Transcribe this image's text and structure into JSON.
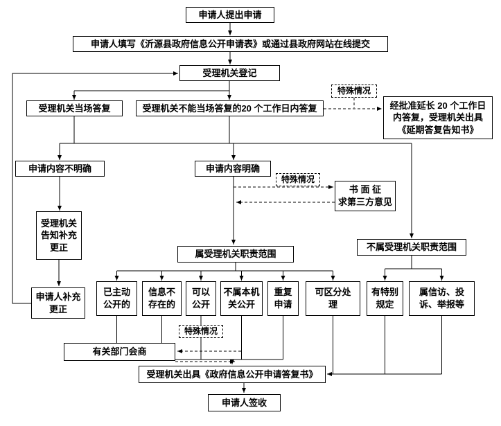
{
  "nodes": {
    "start": "申请人提出申请",
    "fill_form": "申请人填写《沂源县政府信息公开申请表》或通过县政府网站在线提交",
    "register": "受理机关登记",
    "onspot_reply": "受理机关当场答复",
    "within_20days": "受理机关不能当场答复的20 个工作日内答复",
    "special_case_1": "特殊情况",
    "extend_reply": "经批准延长 20 个工作日\n内答复，受理机关出具\n《延期答复告知书》",
    "content_unclear": "申请内容不明确",
    "content_clear": "申请内容明确",
    "special_case_2": "特殊情况",
    "third_party": "书 面 征\n求第三方意见",
    "notify_supplement": "受理机关\n告知补充\n更正",
    "in_scope": "属受理机关职责范围",
    "not_in_scope": "不属受理机关职责范围",
    "applicant_supplement": "申请人补充\n更正",
    "already_public": "已主动\n公开的",
    "info_not_exist": "信息不\n存在的",
    "can_public": "可以\n公开",
    "not_this_org": "不属本机\n关公开",
    "repeat_apply": "重复\n申请",
    "separable": "可区分处\n理",
    "special_rules": "有特别\n规定",
    "petition": "属信访、投\n诉、举报等",
    "special_case_3": "特殊情况",
    "consult": "有关部门会商",
    "issue_reply": "受理机关出具《政府信息公开申请答复书》",
    "sign": "申请人签收"
  },
  "colors": {
    "line": "#000000",
    "box_border": "#000000",
    "background": "#ffffff",
    "text": "#000000"
  }
}
